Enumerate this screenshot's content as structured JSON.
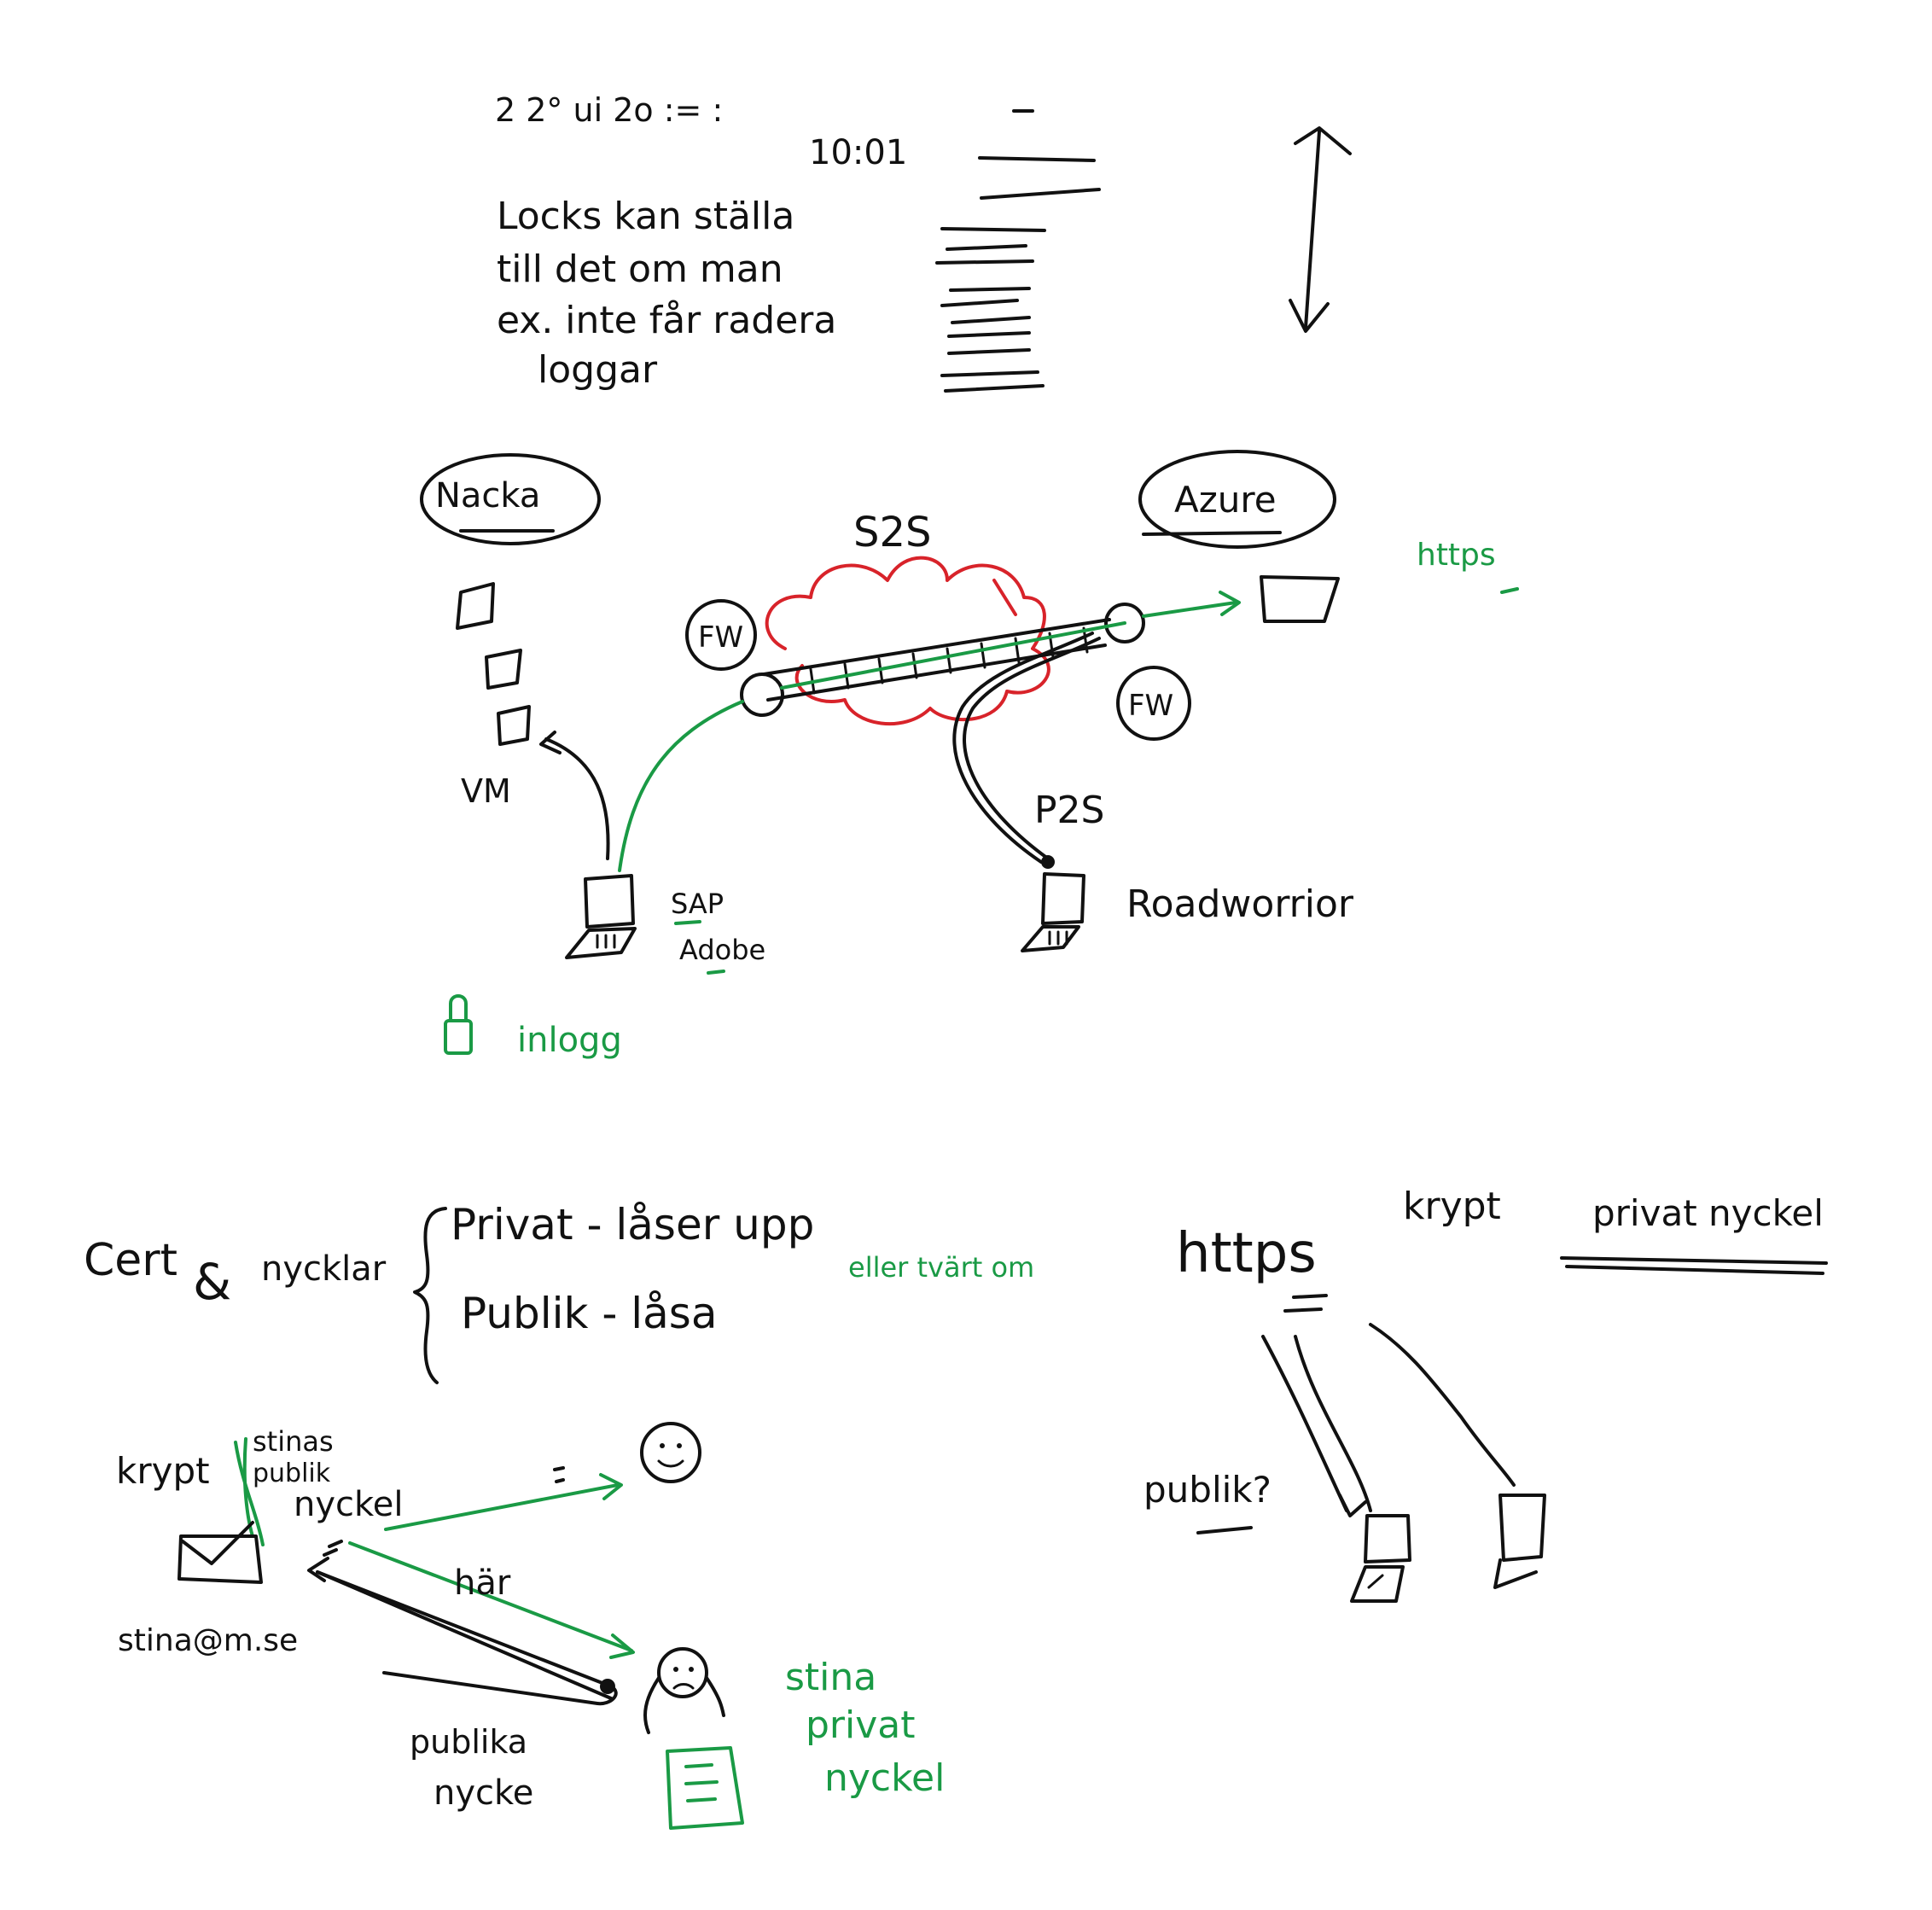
{
  "notes": {
    "scribble_top": "2 2° ui 2o  :=  :",
    "time": "10:01",
    "lines": [
      "Locks kan ställa",
      "till det om man",
      "ex. inte får radera",
      "loggar"
    ]
  },
  "vpn": {
    "nacka_label": "Nacka",
    "azure_label": "Azure",
    "s2s_label": "S2S",
    "fw_label": "FW",
    "vm_label": "VM",
    "https_label": "https",
    "p2s_label": "P2S",
    "road_warrior_label": "Roadworrior",
    "sap_label": "SAP",
    "adobe_label": "Adobe",
    "inlogg_label": "inlogg"
  },
  "crypto": {
    "cert_label": "Cert",
    "amp": "&",
    "nycklar_label": "nycklar",
    "privat_line": "Privat - låser upp",
    "publik_line": "Publik - låsa",
    "eller_label": "eller tvärt om"
  },
  "https_section": {
    "https_label": "https",
    "krypt_label": "krypt",
    "privat_nyckel_label": "privat nyckel",
    "publik_q_label": "publik?"
  },
  "email": {
    "krypt_label": "krypt",
    "stinas_label": "stinas",
    "publik_label": "publik",
    "nyckel_label": "nyckel",
    "email_label": "stina@m.se",
    "har_label": "här",
    "publika_label": "publika",
    "nycke_label": "nycke",
    "stina_green_1": "stina",
    "stina_green_2": "privat",
    "stina_green_3": "nyckel"
  },
  "colors": {
    "ink": "#111111",
    "green": "#1a9a45",
    "red": "#d8232a"
  }
}
